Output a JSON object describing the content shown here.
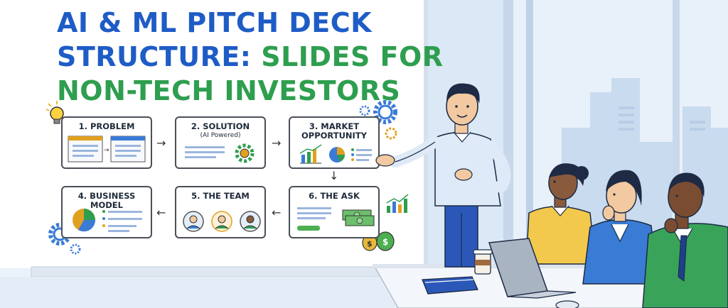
{
  "title": {
    "line1": "AI & ML PITCH DECK",
    "line2_a": "STRUCTURE: ",
    "line2_b": "SLIDES FOR",
    "line3": "NON-TECH INVESTORS"
  },
  "slides": [
    {
      "label": "1. PROBLEM"
    },
    {
      "label": "2. SOLUTION",
      "sub": "(AI Powered)"
    },
    {
      "label_line1": "3. MARKET",
      "label_line2": "OPPORTUNITY"
    },
    {
      "label": "4. BUSINESS MODEL"
    },
    {
      "label": "5. THE TEAM"
    },
    {
      "label": "6. THE ASK"
    }
  ],
  "arrows": {
    "right": "→",
    "left": "←",
    "down": "↓"
  },
  "colors": {
    "title_blue": "#1e5cc6",
    "title_green": "#2e9e4f",
    "background": "#eaf2fb",
    "board": "#ffffff"
  },
  "icons": [
    "lightbulb-icon",
    "gear-icon",
    "bar-chart-icon",
    "pie-chart-icon",
    "money-icon",
    "money-bag-icon",
    "person-icon"
  ]
}
